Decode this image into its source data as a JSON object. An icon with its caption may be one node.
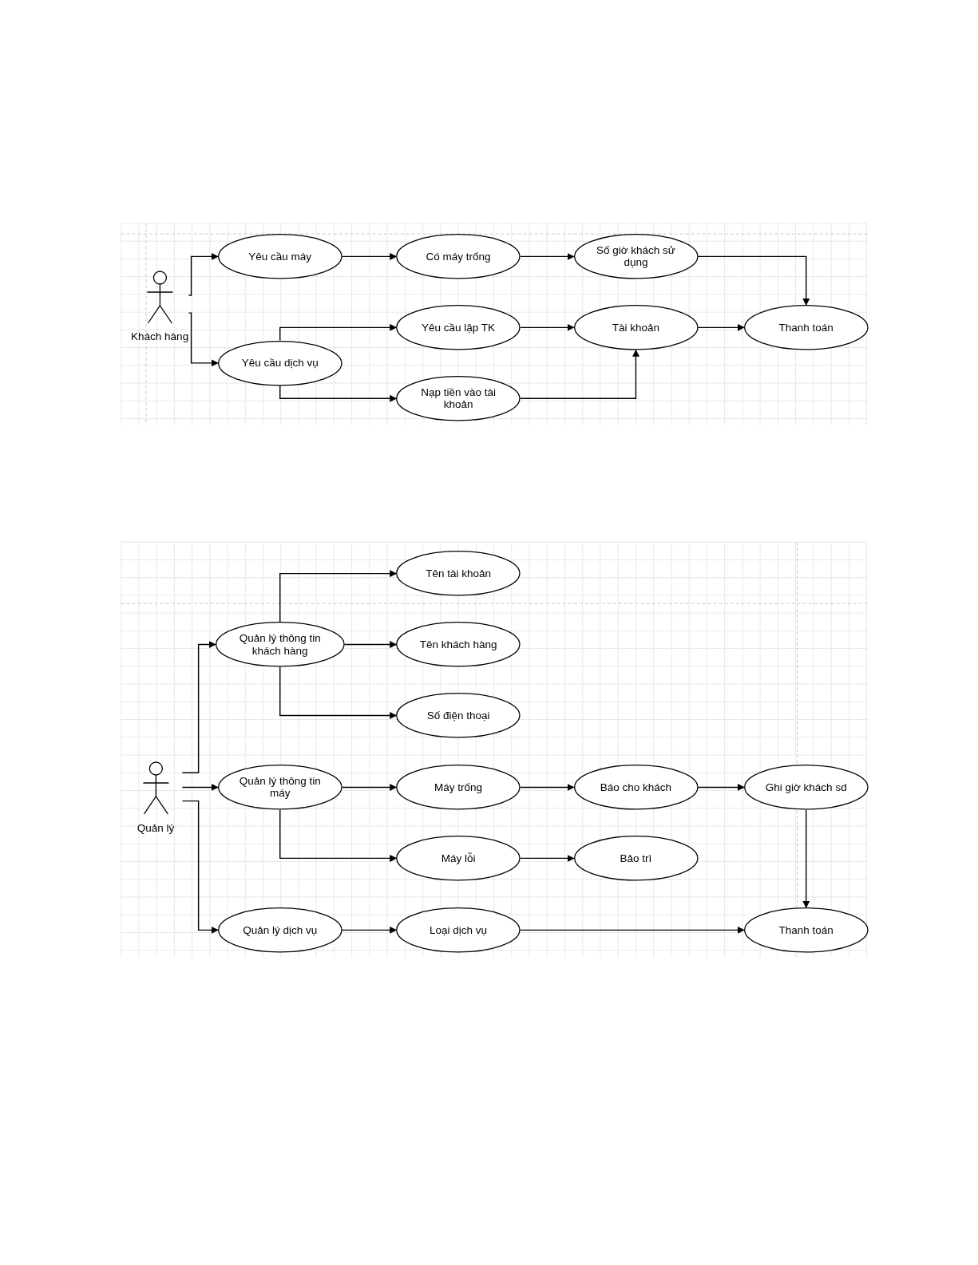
{
  "diagram": {
    "nodes": [
      {
        "text": [
          "Khách hàng"
        ]
      },
      {
        "text": [
          "Yêu cầu máy"
        ]
      },
      {
        "text": [
          "Có máy trống"
        ]
      },
      {
        "text": [
          "Số giờ khách sử dụng"
        ]
      },
      {
        "text": [
          "Yêu cầu dịch vụ"
        ]
      },
      {
        "text": [
          "Yêu cầu lập TK"
        ]
      },
      {
        "text": [
          "Tài khoản"
        ]
      },
      {
        "text": [
          "Thanh toán"
        ]
      },
      {
        "text": [
          "Nạp tiền vào tài khoản"
        ]
      },
      {
        "text": [
          "Quản lý"
        ]
      },
      {
        "text": [
          "Quản lý thông tin khách hàng"
        ]
      },
      {
        "text": [
          "Tên tài khoản"
        ]
      },
      {
        "text": [
          "Tên khách hàng"
        ]
      },
      {
        "text": [
          "Số điện thoại"
        ]
      },
      {
        "text": [
          "Quản lý thông tin máy"
        ]
      },
      {
        "text": [
          "Máy trống"
        ]
      },
      {
        "text": [
          "Báo cho khách"
        ]
      },
      {
        "text": [
          "Ghi giờ khách sd"
        ]
      },
      {
        "text": [
          "Máy lỗi"
        ]
      },
      {
        "text": [
          "Bảo trì"
        ]
      },
      {
        "text": [
          "Quản lý dịch vụ"
        ]
      },
      {
        "text": [
          "Loại dịch vụ"
        ]
      },
      {
        "text": [
          "Thanh toán"
        ]
      }
    ],
    "edges": [
      {
        "from": 0,
        "to": 1,
        "arrow": "to"
      },
      {
        "from": 0,
        "to": 4,
        "arrow": "to"
      },
      {
        "from": 1,
        "to": 2,
        "arrow": "to"
      },
      {
        "from": 2,
        "to": 3,
        "arrow": "to"
      },
      {
        "from": 3,
        "to": 7,
        "arrow": "to"
      },
      {
        "from": 4,
        "to": 5,
        "arrow": "to"
      },
      {
        "from": 4,
        "to": 8,
        "arrow": "to"
      },
      {
        "from": 5,
        "to": 6,
        "arrow": "to"
      },
      {
        "from": 6,
        "to": 7,
        "arrow": "to"
      },
      {
        "from": 8,
        "to": 6,
        "arrow": "to"
      },
      {
        "from": 9,
        "to": 10,
        "arrow": "to"
      },
      {
        "from": 9,
        "to": 14,
        "arrow": "to"
      },
      {
        "from": 9,
        "to": 20,
        "arrow": "to"
      },
      {
        "from": 10,
        "to": 11,
        "arrow": "to"
      },
      {
        "from": 10,
        "to": 12,
        "arrow": "to"
      },
      {
        "from": 10,
        "to": 13,
        "arrow": "to"
      },
      {
        "from": 14,
        "to": 15,
        "arrow": "to"
      },
      {
        "from": 14,
        "to": 18,
        "arrow": "to"
      },
      {
        "from": 15,
        "to": 16,
        "arrow": "to"
      },
      {
        "from": 16,
        "to": 17,
        "arrow": "to"
      },
      {
        "from": 18,
        "to": 19,
        "arrow": "to"
      },
      {
        "from": 17,
        "to": 22,
        "arrow": "to"
      },
      {
        "from": 20,
        "to": 21,
        "arrow": "to"
      },
      {
        "from": 21,
        "to": 22,
        "arrow": "to"
      }
    ]
  }
}
